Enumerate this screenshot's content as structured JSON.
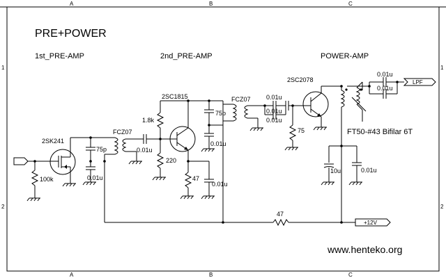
{
  "sheet": {
    "col_labels": [
      "A",
      "B",
      "C"
    ],
    "row_labels": [
      "1",
      "2"
    ]
  },
  "title": "PRE+POWER",
  "sections": {
    "pre1": "1st_PRE-AMP",
    "pre2": "2nd_PRE-AMP",
    "power": "POWER-AMP"
  },
  "components": {
    "q1": "2SK241",
    "q2": "2SC1815",
    "q3": "2SC2078",
    "t1": "FCZ07",
    "t2": "FCZ07",
    "r_gate": "100k",
    "c1": "75p",
    "c2": "0.01u",
    "c3": "0.01u",
    "r_bias": "1.8k",
    "r_b2": "220",
    "r_e2": "47",
    "c_e2": "0.01u",
    "c4": "75p",
    "c5": "0.01u",
    "c6": "0.01u",
    "c7": "0.01u",
    "c8": "0.01u",
    "r_b3": "75",
    "c_out1": "0.01u",
    "c_out2": "0.01u",
    "core": "FT50-#43 Bifilar 6T",
    "c_el": "10u",
    "c_byp": "0.01u",
    "r_feed": "47"
  },
  "ports": {
    "out": "LPF",
    "power": "+12V"
  },
  "footer": "www.henteko.org"
}
